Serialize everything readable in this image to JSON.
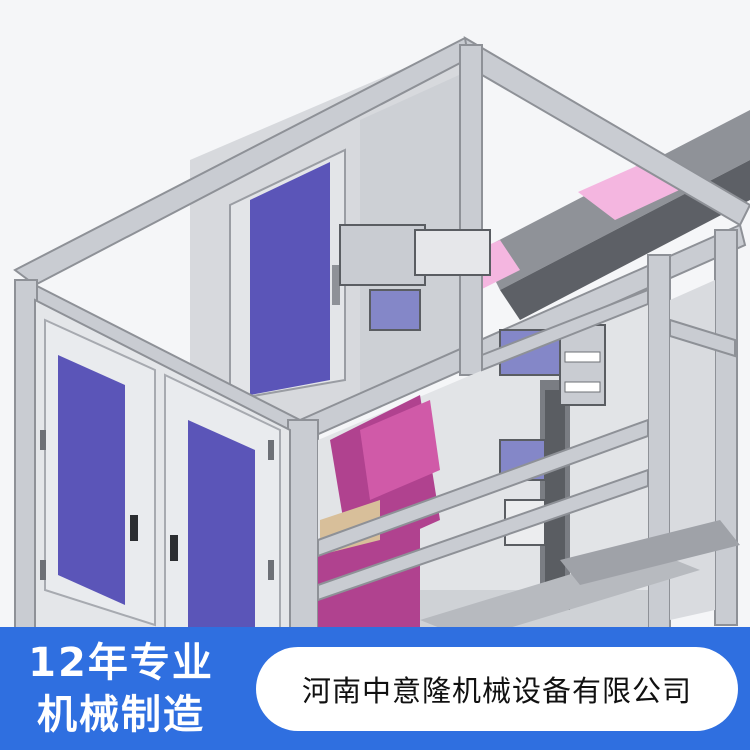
{
  "banner": {
    "left_line1": "12年专业",
    "left_line2": "机械制造",
    "company_name": "河南中意隆机械设备有限公司"
  },
  "colors": {
    "banner_blue": "#2f6fe0",
    "frame_gray": "#c9ccd2",
    "panel_purple": "#5b55b8",
    "material_magenta": "#b0428f",
    "material_pink": "#f2b4dc"
  }
}
